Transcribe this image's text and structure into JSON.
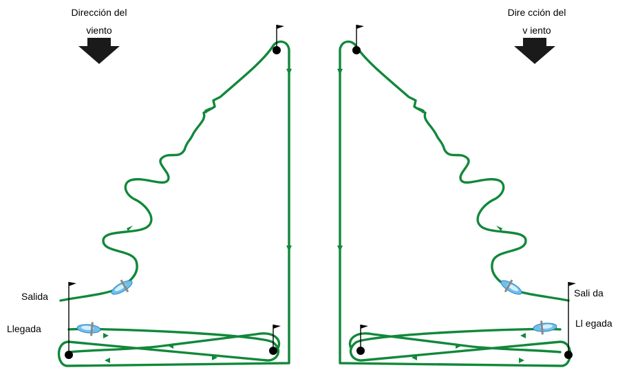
{
  "colors": {
    "track": "#11883a",
    "background": "#ffffff",
    "ink": "#000000",
    "boat": "#4aa8e0"
  },
  "left_panel": {
    "wind_label_line1": "Dirección del",
    "wind_label_line2": "viento",
    "start_label": "Salida",
    "finish_label": "Llegada"
  },
  "right_panel": {
    "wind_label_line1": "Dire cción del",
    "wind_label_line2": "v iento",
    "start_label": "Sali da",
    "finish_label": "Ll egada"
  },
  "icons": [
    "wind-arrow-icon",
    "flag-icon",
    "buoy-icon",
    "sailboat-icon",
    "direction-arrow-icon"
  ]
}
